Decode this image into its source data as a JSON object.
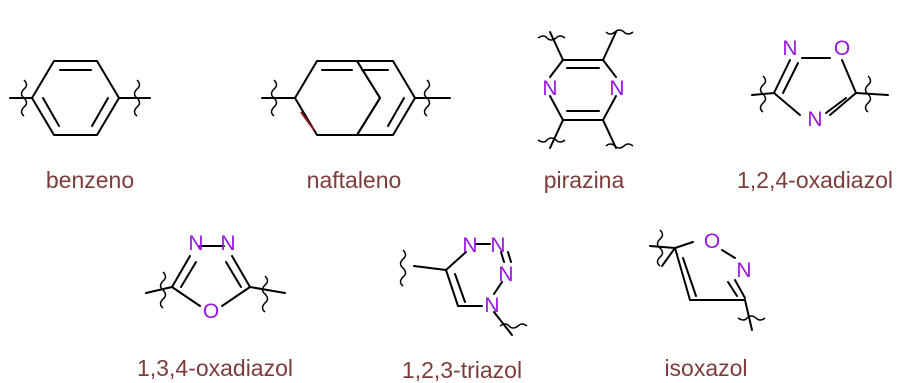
{
  "colors": {
    "caption": "#7d3c3c",
    "heteroatom": "#9a16e0",
    "bond": "#000000"
  },
  "molecules": [
    {
      "name": "benzeno",
      "atoms": []
    },
    {
      "name": "naftaleno",
      "atoms": []
    },
    {
      "name": "pirazina",
      "atoms": [
        "N",
        "N"
      ]
    },
    {
      "name": "1,2,4-oxadiazol",
      "atoms": [
        "N",
        "O",
        "N"
      ]
    },
    {
      "name": "1,3,4-oxadiazol",
      "atoms": [
        "N",
        "N",
        "O"
      ]
    },
    {
      "name": "1,2,3-triazol",
      "atoms": [
        "N",
        "N",
        "N"
      ]
    },
    {
      "name": "isoxazol",
      "atoms": [
        "O",
        "N"
      ]
    }
  ]
}
